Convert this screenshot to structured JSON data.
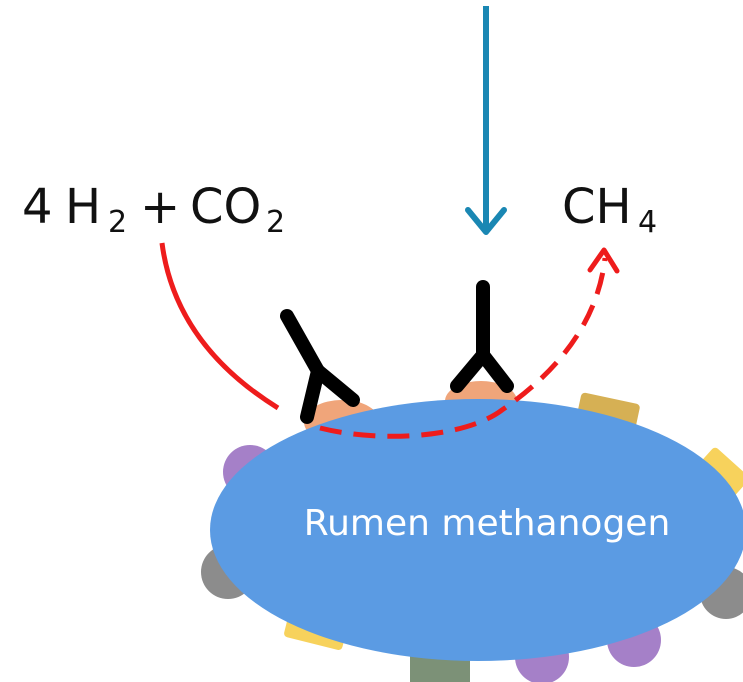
{
  "reactant": {
    "coefficient": "4",
    "hydrogen": "H",
    "hydrogen_subscript": "2",
    "plus": "+",
    "carbon_dioxide": "CO",
    "carbon_dioxide_subscript": "2"
  },
  "product": {
    "methane": "CH",
    "methane_subscript": "4"
  },
  "cell": {
    "label": "Rumen methanogen"
  },
  "colors": {
    "cell_body": "#5b9be3",
    "input_arrow": "#1a87b3",
    "reaction_path": "#ee1c1c",
    "antibody": "#000000",
    "antigen": "#f0a57a",
    "protein_purple": "#a580c8",
    "protein_gray": "#8c8c8c",
    "protein_yellow": "#f7d25c",
    "protein_gold": "#d6b054",
    "protein_green": "#7c9177"
  }
}
